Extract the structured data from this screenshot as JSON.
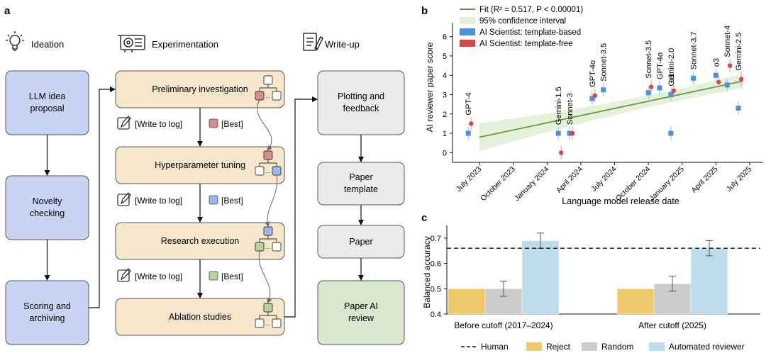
{
  "panel_a": {
    "label": "a",
    "columns": {
      "ideation": "Ideation",
      "experimentation": "Experimentation",
      "writeup": "Write-up"
    },
    "ideation_boxes": [
      "LLM idea proposal",
      "Novelty checking",
      "Scoring and archiving"
    ],
    "experiment_boxes": [
      "Preliminary investigation",
      "Hyperparameter tuning",
      "Research execution",
      "Ablation studies"
    ],
    "writeup_boxes": [
      "Plotting and feedback",
      "Paper template",
      "Paper",
      "Paper AI review"
    ],
    "log_label": "[Write to log]",
    "best_label": "[Best]",
    "tree_ellipsis": "...",
    "colors": {
      "ideation": "#c9d3f4",
      "experiment": "#f5e6cc",
      "writeup": "#ebebeb",
      "review": "#d8e8cf",
      "best_red": "#d98c8c",
      "best_blue": "#9fb7ec",
      "best_green": "#b6d39d"
    }
  },
  "panel_b": {
    "label": "b",
    "legend": {
      "fit": "Fit (R² = 0.517, P < 0.00001)",
      "ci": "95% confidence interval",
      "template_based": "AI Scientist: template-based",
      "template_free": "AI Scientist: template-free"
    },
    "chart_data": {
      "type": "scatter",
      "ylabel": "AI reviewer paper score",
      "xlabel": "Language model release date",
      "ylim": [
        -0.5,
        6.5
      ],
      "yticks": [
        0,
        1,
        2,
        3,
        4,
        5,
        6
      ],
      "xticks": [
        "July 2023",
        "October 2023",
        "January 2024",
        "April 2024",
        "July 2024",
        "October 2024",
        "January 2025",
        "April 2025",
        "July 2025"
      ],
      "fit": {
        "start": [
          "July 2023",
          0.8
        ],
        "end": [
          "June 2025",
          3.7
        ]
      },
      "models": [
        {
          "name": "GPT-4",
          "date": "2023-06",
          "template_based": 1.0,
          "template_free": 1.5
        },
        {
          "name": "Gemini-1.5",
          "date": "2024-02",
          "template_based": 1.0,
          "template_free": 0.0
        },
        {
          "name": "Sonnet-3",
          "date": "2024-03",
          "template_based": 1.0,
          "template_free": 1.0
        },
        {
          "name": "GPT-4o",
          "date": "2024-05",
          "template_based": 2.8,
          "template_free": 2.95
        },
        {
          "name": "Sonnet-3.5",
          "date": "2024-06",
          "template_based": 3.25
        },
        {
          "name": "Sonnet-3.5",
          "date": "2024-10",
          "template_based": 3.1,
          "template_free": 3.4
        },
        {
          "name": "GPT-4o",
          "date": "2024-11",
          "template_based": 3.35
        },
        {
          "name": "o1",
          "date": "2024-12",
          "template_based": 1.0,
          "template_free": 3.2
        },
        {
          "name": "Gemini-2.0",
          "date": "2024-12",
          "template_based": 3.0
        },
        {
          "name": "Sonnet-3.7",
          "date": "2025-02",
          "template_based": 3.85
        },
        {
          "name": "o3",
          "date": "2025-04",
          "template_based": 4.0,
          "template_free": 3.65
        },
        {
          "name": "Sonnet-4",
          "date": "2025-05",
          "template_based": 3.5,
          "template_free": 4.5
        },
        {
          "name": "Gemini-2.5",
          "date": "2025-06",
          "template_based": 2.3,
          "template_free": 3.8
        }
      ]
    }
  },
  "panel_c": {
    "label": "c",
    "chart_data": {
      "type": "bar",
      "categories": [
        "Before cutoff (2017–2024)",
        "After cutoff (2025)"
      ],
      "series": [
        {
          "name": "Reject",
          "values": [
            0.5,
            0.5
          ],
          "color": "#eec86a"
        },
        {
          "name": "Random",
          "values": [
            0.5,
            0.52
          ],
          "color": "#cccccc"
        },
        {
          "name": "Automated reviewer",
          "values": [
            0.69,
            0.66
          ],
          "color": "#bcdde9"
        }
      ],
      "human": {
        "name": "Human",
        "value": 0.66
      },
      "ylabel": "Balanced accuracy",
      "ylim": [
        0.4,
        0.75
      ],
      "yticks": [
        0.4,
        0.5,
        0.6,
        0.7
      ]
    }
  }
}
